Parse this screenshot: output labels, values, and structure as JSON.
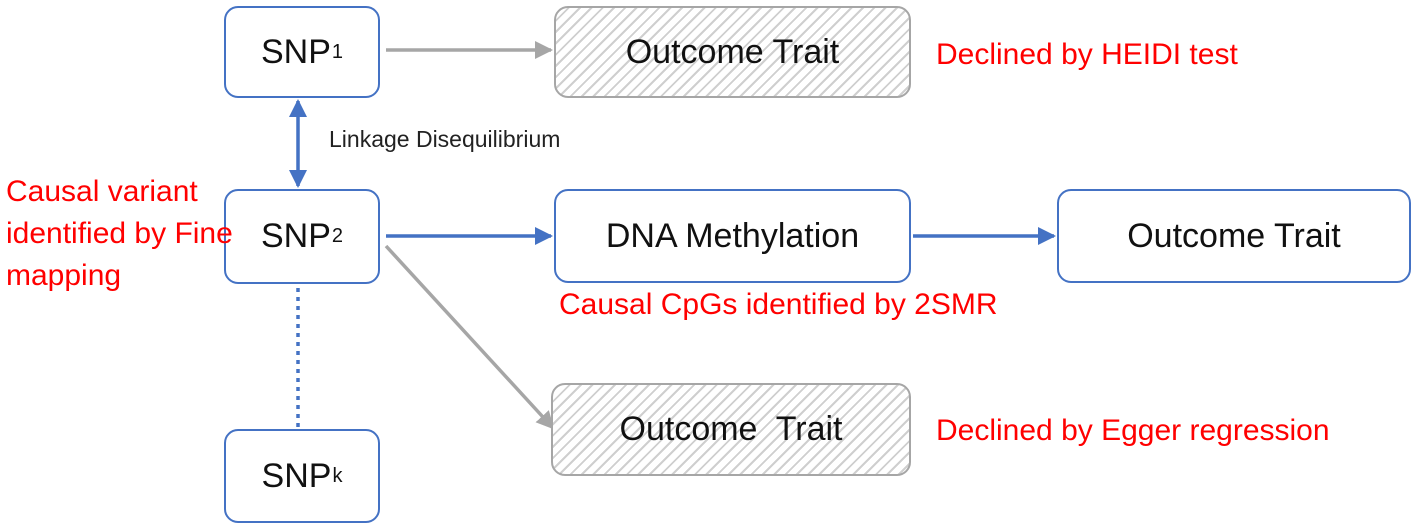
{
  "nodes": {
    "snp1": {
      "label": "SNP",
      "subscript": "1"
    },
    "snp2": {
      "label": "SNP",
      "subscript": "2"
    },
    "snpk": {
      "label": "SNP",
      "subscript": "k"
    },
    "outcome_heidi": {
      "label": "Outcome Trait"
    },
    "dna_methylation": {
      "label": "DNA Methylation"
    },
    "outcome_causal": {
      "label": "Outcome Trait"
    },
    "outcome_egger": {
      "label": "Outcome  Trait"
    }
  },
  "annotations": {
    "linkage": "Linkage Disequilibrium",
    "heidi": "Declined by HEIDI test",
    "causal_variant": "Causal variant identified by Fine mapping",
    "causal_cpgs": "Causal CpGs identified by 2SMR",
    "egger": "Declined by Egger regression"
  },
  "colors": {
    "node_border": "#4472c4",
    "declined_border": "#a6a6a6",
    "annotation_red": "#ff0000",
    "arrow_blue": "#4472c4",
    "arrow_gray": "#a6a6a6"
  }
}
